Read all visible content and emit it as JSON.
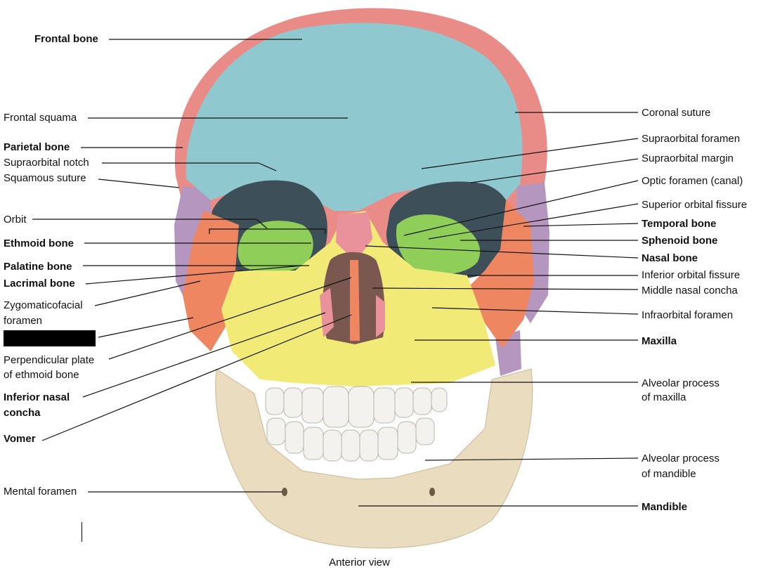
{
  "labels_left": {
    "frontal_bone": "Frontal bone",
    "frontal_squama": "Frontal squama",
    "parietal_bone": "Parietal bone",
    "supraorbital_notch": "Supraorbital notch",
    "squamous_suture": "Squamous suture",
    "orbit": "Orbit",
    "ethmoid_bone": "Ethmoid bone",
    "palatine_bone": "Palatine bone",
    "lacrimal_bone": "Lacrimal bone",
    "zygomaticofacial_1": "Zygomaticofacial",
    "zygomaticofacial_2": "foramen",
    "perpendicular_1": "Perpendicular plate",
    "perpendicular_2": "of ethmoid bone",
    "inferior_nasal_1": "Inferior nasal",
    "inferior_nasal_2": "concha",
    "vomer": "Vomer",
    "mental_foramen": "Mental foramen"
  },
  "labels_right": {
    "coronal_suture": "Coronal suture",
    "supraorbital_foramen": "Supraorbital foramen",
    "supraorbital_margin": "Supraorbital margin",
    "optic_foramen": "Optic foramen (canal)",
    "superior_orbital_fissure": "Superior orbital fissure",
    "temporal_bone": "Temporal bone",
    "sphenoid_bone": "Sphenoid bone",
    "nasal_bone": "Nasal bone",
    "inferior_orbital_fissure": "Inferior orbital fissure",
    "middle_nasal_concha": "Middle nasal concha",
    "infraorbital_foramen": "Infraorbital foramen",
    "maxilla": "Maxilla",
    "alveolar_maxilla_1": "Alveolar process",
    "alveolar_maxilla_2": "of maxilla",
    "alveolar_mandible_1": "Alveolar process",
    "alveolar_mandible_2": "of mandible",
    "mandible": "Mandible"
  },
  "caption": "Anterior view",
  "colors": {
    "frontal": "#8fc9cf",
    "parietal": "#e98b86",
    "temporal": "#b596bf",
    "sphenoid": "#8fce58",
    "zygomatic": "#ef8662",
    "maxilla": "#f2ea77",
    "nasal": "#e9929b",
    "mandible": "#eadcbe",
    "teeth": "#f3f2ee",
    "orbit_dark": "#3d4f58"
  }
}
